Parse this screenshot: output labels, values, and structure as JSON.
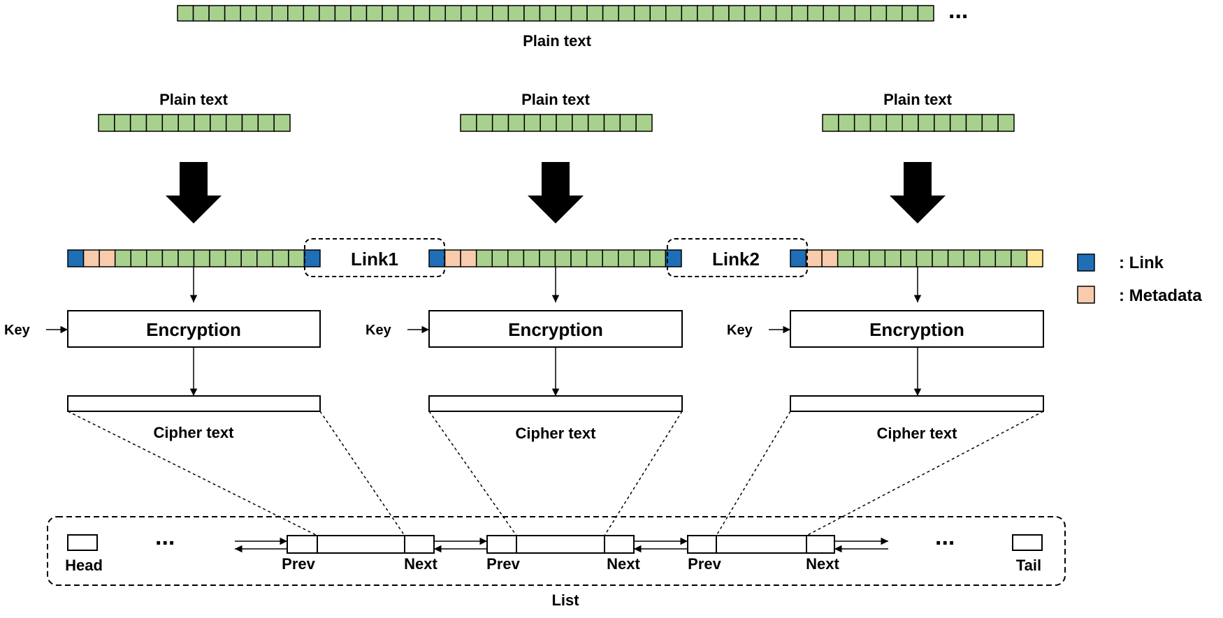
{
  "colors": {
    "plain_cell": "#a9d18e",
    "link_cell": "#1f6fb6",
    "metadata_cell": "#f8cbad",
    "end_cell": "#ffe699",
    "stroke": "#000000"
  },
  "top": {
    "label": "Plain text",
    "cell_count": 48,
    "ellipsis": "..."
  },
  "chunks": [
    {
      "plain_label": "Plain text",
      "plain_cell_count": 12,
      "packet_cells": [
        "link",
        "metadata",
        "metadata",
        "plain",
        "plain",
        "plain",
        "plain",
        "plain",
        "plain",
        "plain",
        "plain",
        "plain",
        "plain",
        "plain",
        "plain",
        "link"
      ],
      "key_label": "Key",
      "encryption_label": "Encryption",
      "cipher_label": "Cipher text",
      "node_prev": "Prev",
      "node_next": "Next"
    },
    {
      "plain_label": "Plain text",
      "plain_cell_count": 12,
      "packet_cells": [
        "link",
        "metadata",
        "metadata",
        "plain",
        "plain",
        "plain",
        "plain",
        "plain",
        "plain",
        "plain",
        "plain",
        "plain",
        "plain",
        "plain",
        "plain",
        "link"
      ],
      "key_label": "Key",
      "encryption_label": "Encryption",
      "cipher_label": "Cipher text",
      "node_prev": "Prev",
      "node_next": "Next"
    },
    {
      "plain_label": "Plain text",
      "plain_cell_count": 12,
      "packet_cells": [
        "link",
        "metadata",
        "metadata",
        "plain",
        "plain",
        "plain",
        "plain",
        "plain",
        "plain",
        "plain",
        "plain",
        "plain",
        "plain",
        "plain",
        "plain",
        "end"
      ],
      "key_label": "Key",
      "encryption_label": "Encryption",
      "cipher_label": "Cipher text",
      "node_prev": "Prev",
      "node_next": "Next"
    }
  ],
  "links": [
    "Link1",
    "Link2"
  ],
  "legend": [
    {
      "label": ": Link",
      "color_key": "link_cell"
    },
    {
      "label": ": Metadata",
      "color_key": "metadata_cell"
    }
  ],
  "list": {
    "label": "List",
    "head": "Head",
    "tail": "Tail",
    "ellipsis": "..."
  }
}
